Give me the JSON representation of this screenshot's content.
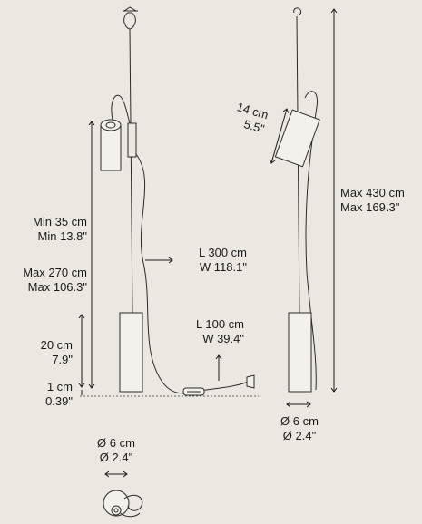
{
  "diagram": {
    "left_view": {
      "height_min_cm": "Min 35 cm",
      "height_min_in": "Min 13.8\"",
      "height_max_cm": "Max 270 cm",
      "height_max_in": "Max 106.3\"",
      "base_height_cm": "20 cm",
      "base_height_in": "7.9\"",
      "offset_cm": "1 cm",
      "offset_in": "0.39\"",
      "cable_length_cm": "L 300 cm",
      "cable_length_in": "W 118.1\"",
      "cord_length_cm": "L 100 cm",
      "cord_length_in": "W 39.4\""
    },
    "right_view": {
      "head_length_cm": "14 cm",
      "head_length_in": "5.5\"",
      "total_max_cm": "Max 430 cm",
      "total_max_in": "Max 169.3\"",
      "base_diameter_cm": "Ø 6 cm",
      "base_diameter_in": "Ø 2.4\""
    },
    "top_view": {
      "diameter_cm": "Ø 6 cm",
      "diameter_in": "Ø 2.4\""
    }
  }
}
